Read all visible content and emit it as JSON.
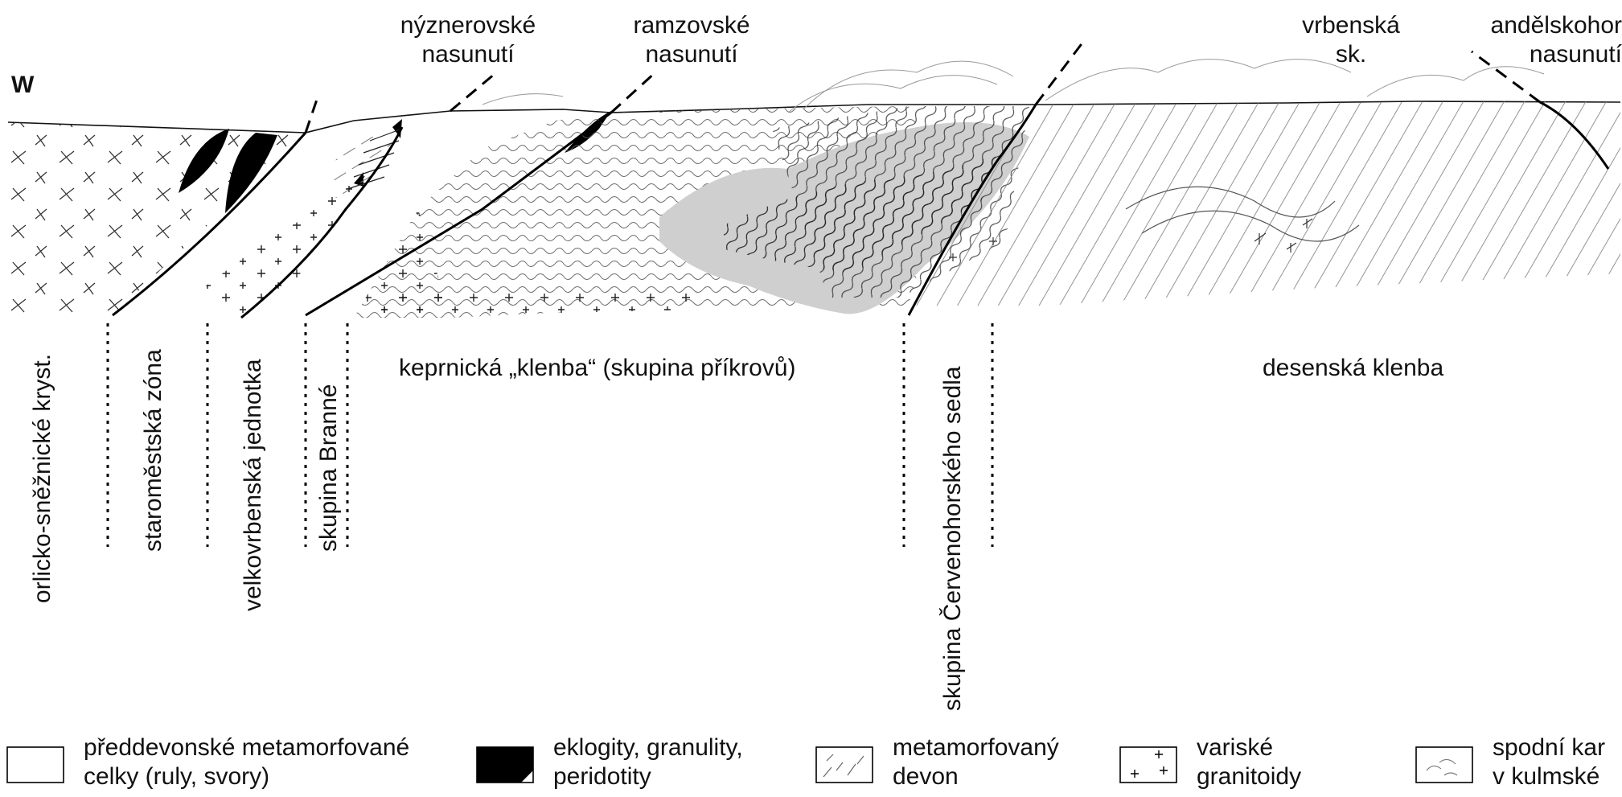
{
  "direction": "W",
  "thrusts": [
    {
      "line1": "nýznerovské",
      "line2": "nasunutí"
    },
    {
      "line1": "ramzovské",
      "line2": "nasunutí"
    },
    {
      "line1": "vrbenská",
      "line2": "sk."
    },
    {
      "line1": "andělskohor",
      "line2": "nasunutí"
    }
  ],
  "units": [
    "orlicko-sněžnické kryst.",
    "staroměstská zóna",
    "velkovrbenská jednotka",
    "skupina Branné",
    "keprnická „klenba“ (skupina příkrovů)",
    "skupina Červenohorského sedla",
    "desenská klenba"
  ],
  "legend": [
    {
      "line1": "předdevonské metamorfované",
      "line2": "celky (ruly, svory)",
      "icon": "blank-box"
    },
    {
      "line1": "eklogity, granulity,",
      "line2": "peridotity",
      "icon": "black-fill-box"
    },
    {
      "line1": "metamorfovaný",
      "line2": "devon",
      "icon": "dashed-hatch-box"
    },
    {
      "line1": "variské",
      "line2": "granitoidy",
      "icon": "cross-box"
    },
    {
      "line1": "spodní kar",
      "line2": "v kulmské",
      "icon": "dotted-hatch-box"
    }
  ]
}
